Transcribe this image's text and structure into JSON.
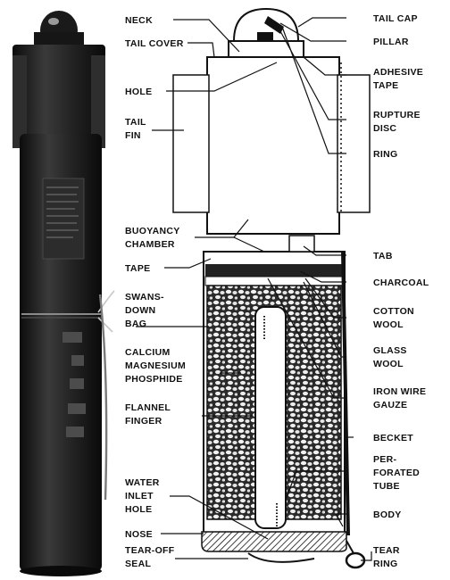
{
  "left_labels": {
    "neck": "NECK",
    "tail_cover": "TAIL COVER",
    "hole": "HOLE",
    "tail_fin": [
      "TAIL",
      "FIN"
    ],
    "buoyancy_chamber": [
      "BUOYANCY",
      "CHAMBER"
    ],
    "tape": "TAPE",
    "swansdown_bag": [
      "SWANS-",
      "DOWN",
      "BAG"
    ],
    "calcium_magnesium_phosphide": [
      "CALCIUM",
      "MAGNESIUM",
      "PHOSPHIDE"
    ],
    "flannel_finger": [
      "FLANNEL",
      "FINGER"
    ],
    "water_inlet_hole": [
      "WATER",
      "INLET",
      "HOLE"
    ],
    "nose": "NOSE",
    "tear_off_seal": [
      "TEAR-OFF",
      "SEAL"
    ]
  },
  "right_labels": {
    "tail_cap": "TAIL CAP",
    "pillar": "PILLAR",
    "adhesive_tape": [
      "ADHESIVE",
      "TAPE"
    ],
    "rupture_disc": [
      "RUPTURE",
      "DISC"
    ],
    "ring": "RING",
    "tab": "TAB",
    "charcoal": "CHARCOAL",
    "cotton_wool": [
      "COTTON",
      "WOOL"
    ],
    "glass_wool": [
      "GLASS",
      "WOOL"
    ],
    "iron_wire_gauze": [
      "IRON WIRE",
      "GAUZE"
    ],
    "becket": "BECKET",
    "perforated_tube": [
      "PER-",
      "FORATED",
      "TUBE"
    ],
    "body": "BODY",
    "tear_ring": [
      "TEAR",
      "RING"
    ]
  },
  "colors": {
    "ink": "#111111",
    "photo_dark": "#1f1f1f",
    "paper": "#ffffff"
  }
}
